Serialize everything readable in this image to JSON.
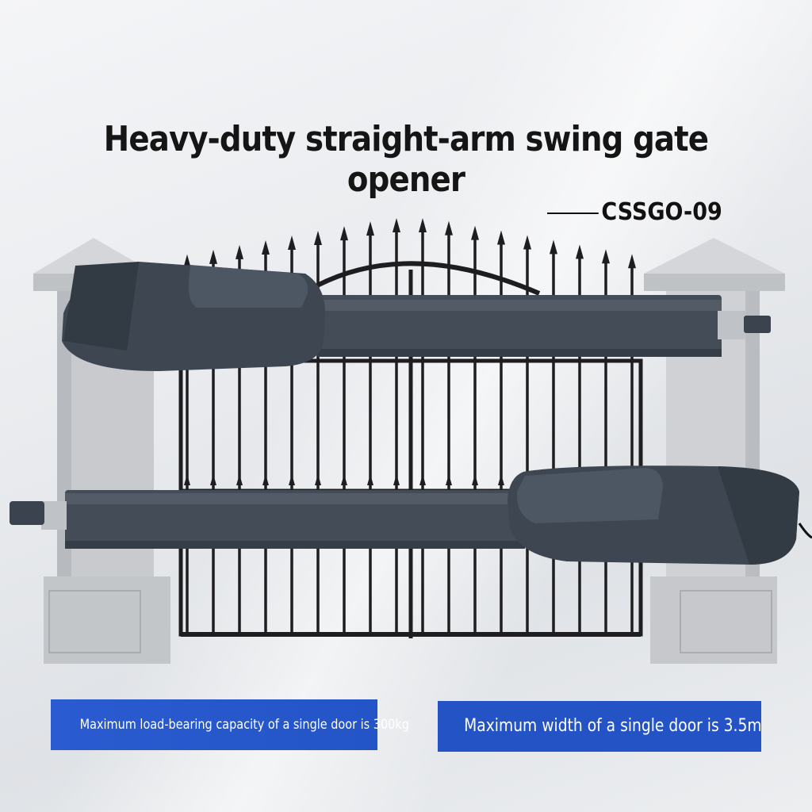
{
  "title": "Heavy-duty straight-arm swing gate opener",
  "model": "CSSGO-09",
  "labels": {
    "load": "Maximum load-bearing capacity of a single door is 300kg",
    "width": "Maximum width of a single door is 3.5m"
  },
  "colors": {
    "accent_blue": "#2353c4",
    "opener_body": "#3b4550",
    "gate_iron": "#1c1c1e",
    "pillar": "#c9cbce"
  }
}
